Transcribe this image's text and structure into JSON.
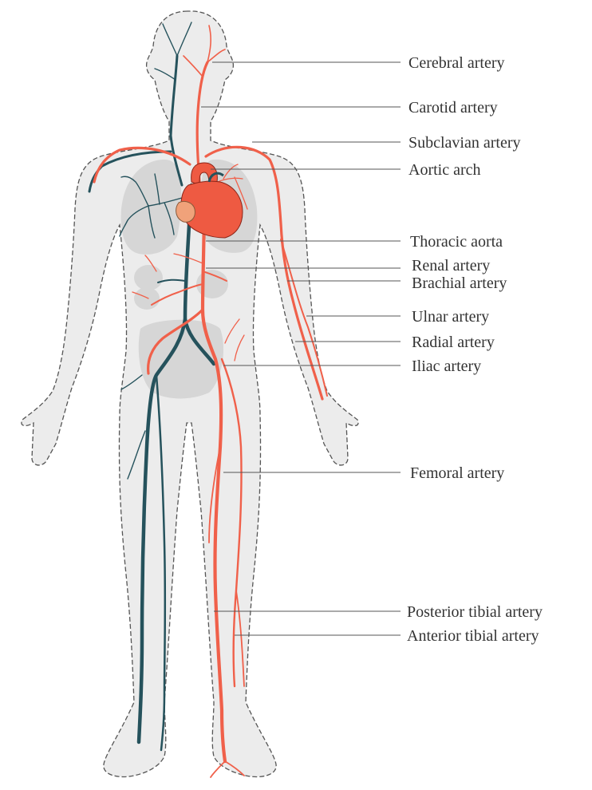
{
  "colors": {
    "artery": "#f0604a",
    "heart": "#ee5a42",
    "vein": "#25525c",
    "body_fill": "#ececec",
    "body_outline": "#555555",
    "organ": "#d6d6d6",
    "label_text": "#333333"
  },
  "labels": [
    {
      "key": "cerebral",
      "text": "Cerebral artery"
    },
    {
      "key": "carotid",
      "text": "Carotid artery"
    },
    {
      "key": "subclavian",
      "text": "Subclavian artery"
    },
    {
      "key": "aortic_arch",
      "text": "Aortic arch"
    },
    {
      "key": "thoracic_aorta",
      "text": "Thoracic aorta"
    },
    {
      "key": "renal",
      "text": "Renal artery"
    },
    {
      "key": "brachial",
      "text": "Brachial artery"
    },
    {
      "key": "ulnar",
      "text": "Ulnar artery"
    },
    {
      "key": "radial",
      "text": "Radial artery"
    },
    {
      "key": "iliac",
      "text": "Iliac artery"
    },
    {
      "key": "femoral",
      "text": "Femoral artery"
    },
    {
      "key": "posterior_tibial",
      "text": "Posterior tibial artery"
    },
    {
      "key": "anterior_tibial",
      "text": "Anterior tibial artery"
    }
  ]
}
